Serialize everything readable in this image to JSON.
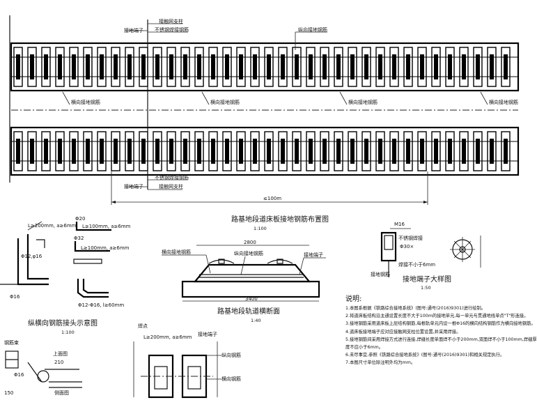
{
  "plan": {
    "labels": {
      "top_connector": "接地端子",
      "top_reserve": "接触网支柱",
      "top_weld": "不锈钢焊接钢筋",
      "top_longitudinal": "纵向接地钢筋",
      "transverse_left": "横向接地钢筋",
      "transverse_mid1": "横向接地钢筋",
      "transverse_mid2": "横向接地钢筋",
      "transverse_right": "横向接地钢筋",
      "bottom_connector": "接地端子",
      "bottom_weld": "不锈钢焊接钢筋",
      "bottom_reserve": "接触网支柱",
      "length": "≤100m"
    }
  },
  "detail_left": {
    "labels": {
      "r1": "L≥200mm, a≥6mm",
      "r2": "Φ20",
      "r3": "L≥100mm, a≥6mm",
      "r4": "Φ32",
      "r5": "L≥100mm, a≥6mm",
      "r6": "Φ12,φ16",
      "r7": "Φ16",
      "r8": "Φ12-Φ16, l≥60mm"
    },
    "title": "纵横向钢筋接头示意图",
    "scale": "1:100"
  },
  "section": {
    "title_top": "路基地段道床板接地钢筋布置图",
    "scale_top": "1:100",
    "dim_top": "2800",
    "dim_bottom": "3400",
    "labels": {
      "left": "横向接地钢筋",
      "mid": "纵向接地钢筋",
      "right": "接地端子"
    },
    "title": "路基地段轨道横断面",
    "scale": "1:40"
  },
  "terminal": {
    "labels": {
      "m16": "M16",
      "weld": "不锈钢焊接",
      "d": "Φ30×",
      "weld2": "焊接不小于6mm",
      "rebar": "接地钢筋"
    },
    "title": "接地端子大样图",
    "scale": "1:50"
  },
  "notes": {
    "title": "说明:",
    "items": [
      "1.本图系根据《铁路综合接地系统》(图号:通号(2016)9301)进行绘制。",
      "2.将道床板结构沿主通设置长度不大于100m的接地单元,每一单元与贯通地线单点\"T\"形连接。",
      "3.接地钢筋采用道床板上层结构钢筋,每根轨单元内设一根Φ16的横向结构钢筋作为横向接地钢筋。",
      "4.道床板接地端子应对应接触网支柱位置设置,并采用焊接。",
      "5.接地钢筋间采用焊接方式进行连接,焊缝长度单面焊不小于200mm,双面焊不小于100mm,焊缝厚",
      "  度不应小于6mm。",
      "6.未尽事宜,参照《铁路综合接地系统》(图号:通号(2016)9301)和相关规定执行。",
      "7.本图尺寸单位除注明外均为mm。"
    ]
  },
  "bottom_left": {
    "labels": {
      "a": "钢筋束",
      "b": "上面图",
      "c": "210",
      "d": "Φ16",
      "e": "侧面图",
      "f": "150"
    }
  },
  "bottom_mid": {
    "labels": {
      "a": "焊点",
      "b": "L≥200mm, a≥6mm",
      "c": "接地端子",
      "d": "纵向钢筋",
      "e": "横向钢筋"
    }
  }
}
